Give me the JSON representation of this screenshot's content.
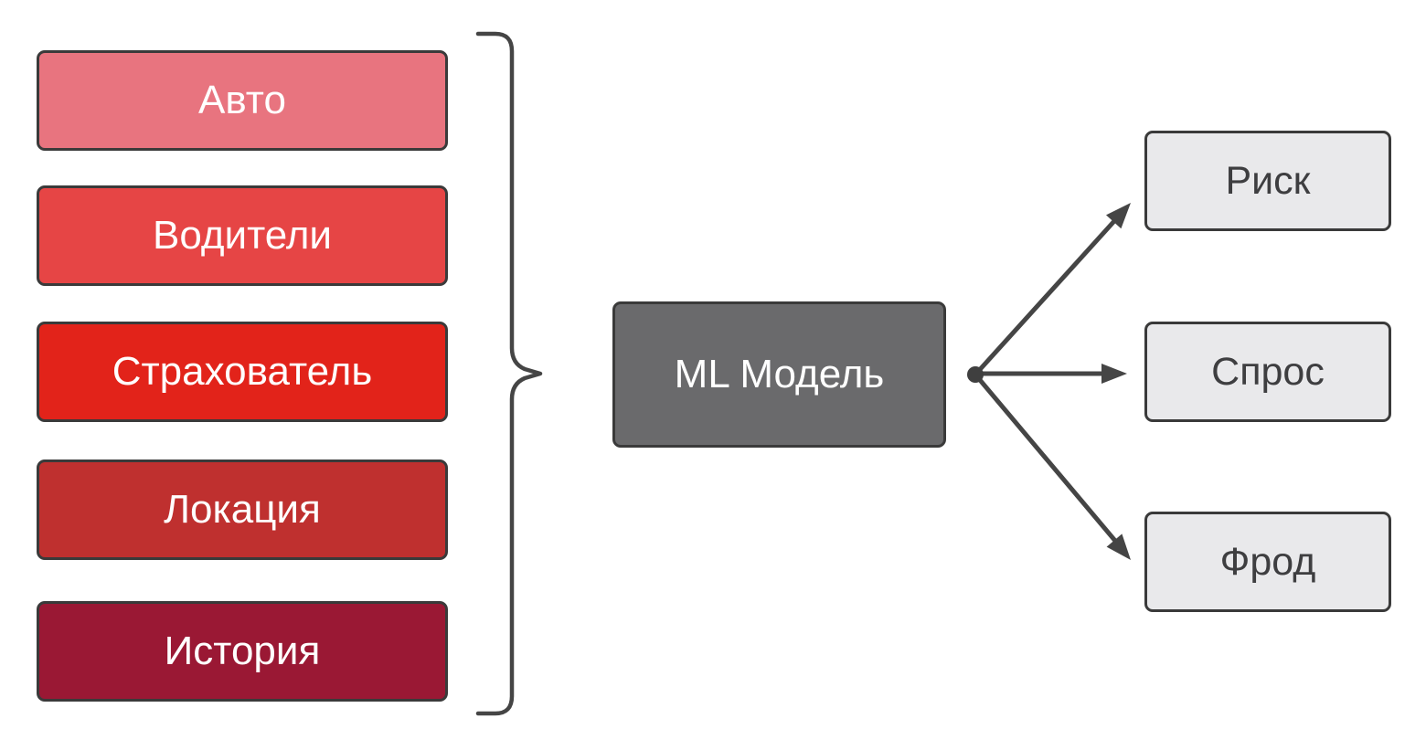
{
  "diagram": {
    "title": "ML model inputs and outputs diagram",
    "inputs": [
      {
        "label": "Авто",
        "color": "#E8747F"
      },
      {
        "label": "Водители",
        "color": "#E64545"
      },
      {
        "label": "Страхователь",
        "color": "#E2231A"
      },
      {
        "label": "Локация",
        "color": "#BF302F"
      },
      {
        "label": "История",
        "color": "#9A1834"
      }
    ],
    "model": {
      "label": "ML Модель",
      "color": "#6A6A6C"
    },
    "outputs": [
      {
        "label": "Риск"
      },
      {
        "label": "Спрос"
      },
      {
        "label": "Фрод"
      }
    ],
    "colors": {
      "background": "#FFFFFF",
      "box_border": "#3A3A3A",
      "output_fill": "#E9E9EB",
      "output_text": "#3E3E40",
      "label_text_light": "#FFFFFF",
      "connector": "#454545",
      "junction_dot": "#3F3F3F"
    }
  }
}
